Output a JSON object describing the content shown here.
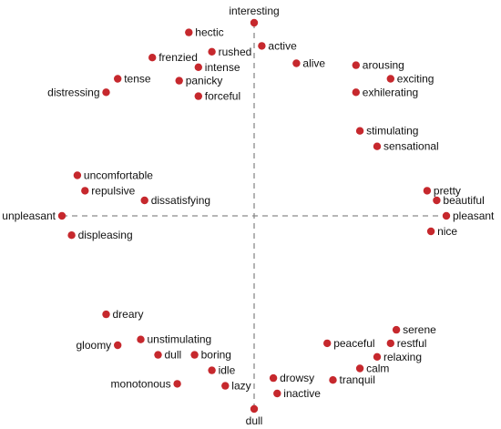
{
  "chart_data": {
    "type": "scatter",
    "title": "",
    "xlabel": "",
    "ylabel": "",
    "xlim": [
      -1,
      1
    ],
    "ylim": [
      -1,
      1
    ],
    "grid": false,
    "axes": {
      "x_negative_label": "unpleasant",
      "x_positive_label": "pleasant",
      "y_positive_label": "interesting",
      "y_negative_label": "dull"
    },
    "marker_color": "#c6282d",
    "axis_color": "#8a8a8a",
    "points": [
      {
        "label": "interesting",
        "x": 0.0,
        "y": 1.0,
        "label_pos": "top"
      },
      {
        "label": "hectic",
        "x": -0.34,
        "y": 0.95,
        "label_pos": "right"
      },
      {
        "label": "active",
        "x": 0.04,
        "y": 0.88,
        "label_pos": "right"
      },
      {
        "label": "rushed",
        "x": -0.22,
        "y": 0.85,
        "label_pos": "right"
      },
      {
        "label": "frenzied",
        "x": -0.53,
        "y": 0.82,
        "label_pos": "right"
      },
      {
        "label": "alive",
        "x": 0.22,
        "y": 0.79,
        "label_pos": "right"
      },
      {
        "label": "intense",
        "x": -0.29,
        "y": 0.77,
        "label_pos": "right"
      },
      {
        "label": "arousing",
        "x": 0.53,
        "y": 0.78,
        "label_pos": "right"
      },
      {
        "label": "tense",
        "x": -0.71,
        "y": 0.71,
        "label_pos": "right"
      },
      {
        "label": "panicky",
        "x": -0.39,
        "y": 0.7,
        "label_pos": "right"
      },
      {
        "label": "exciting",
        "x": 0.71,
        "y": 0.71,
        "label_pos": "right"
      },
      {
        "label": "distressing",
        "x": -0.77,
        "y": 0.64,
        "label_pos": "left"
      },
      {
        "label": "forceful",
        "x": -0.29,
        "y": 0.62,
        "label_pos": "right"
      },
      {
        "label": "exhilerating",
        "x": 0.53,
        "y": 0.64,
        "label_pos": "right"
      },
      {
        "label": "stimulating",
        "x": 0.55,
        "y": 0.44,
        "label_pos": "right"
      },
      {
        "label": "sensational",
        "x": 0.64,
        "y": 0.36,
        "label_pos": "right"
      },
      {
        "label": "uncomfortable",
        "x": -0.92,
        "y": 0.21,
        "label_pos": "right"
      },
      {
        "label": "repulsive",
        "x": -0.88,
        "y": 0.13,
        "label_pos": "right"
      },
      {
        "label": "pretty",
        "x": 0.9,
        "y": 0.13,
        "label_pos": "right"
      },
      {
        "label": "dissatisfying",
        "x": -0.57,
        "y": 0.08,
        "label_pos": "right"
      },
      {
        "label": "beautiful",
        "x": 0.95,
        "y": 0.08,
        "label_pos": "right"
      },
      {
        "label": "unpleasant",
        "x": -1.0,
        "y": 0.0,
        "label_pos": "left"
      },
      {
        "label": "pleasant",
        "x": 1.0,
        "y": 0.0,
        "label_pos": "right"
      },
      {
        "label": "displeasing",
        "x": -0.95,
        "y": -0.1,
        "label_pos": "right"
      },
      {
        "label": "nice",
        "x": 0.92,
        "y": -0.08,
        "label_pos": "right"
      },
      {
        "label": "dreary",
        "x": -0.77,
        "y": -0.51,
        "label_pos": "right"
      },
      {
        "label": "serene",
        "x": 0.74,
        "y": -0.59,
        "label_pos": "right"
      },
      {
        "label": "unstimulating",
        "x": -0.59,
        "y": -0.64,
        "label_pos": "right"
      },
      {
        "label": "gloomy",
        "x": -0.71,
        "y": -0.67,
        "label_pos": "left"
      },
      {
        "label": "peaceful",
        "x": 0.38,
        "y": -0.66,
        "label_pos": "right"
      },
      {
        "label": "restful",
        "x": 0.71,
        "y": -0.66,
        "label_pos": "right"
      },
      {
        "label": "dull",
        "x": -0.5,
        "y": -0.72,
        "label_pos": "right"
      },
      {
        "label": "boring",
        "x": -0.31,
        "y": -0.72,
        "label_pos": "right"
      },
      {
        "label": "relaxing",
        "x": 0.64,
        "y": -0.73,
        "label_pos": "right"
      },
      {
        "label": "idle",
        "x": -0.22,
        "y": -0.8,
        "label_pos": "right"
      },
      {
        "label": "calm",
        "x": 0.55,
        "y": -0.79,
        "label_pos": "right"
      },
      {
        "label": "drowsy",
        "x": 0.1,
        "y": -0.84,
        "label_pos": "right"
      },
      {
        "label": "tranquil",
        "x": 0.41,
        "y": -0.85,
        "label_pos": "right"
      },
      {
        "label": "monotonous",
        "x": -0.4,
        "y": -0.87,
        "label_pos": "left"
      },
      {
        "label": "lazy",
        "x": -0.15,
        "y": -0.88,
        "label_pos": "right"
      },
      {
        "label": "inactive",
        "x": 0.12,
        "y": -0.92,
        "label_pos": "right"
      },
      {
        "label": "dull",
        "x": 0.0,
        "y": -1.0,
        "label_pos": "bottom"
      }
    ]
  }
}
